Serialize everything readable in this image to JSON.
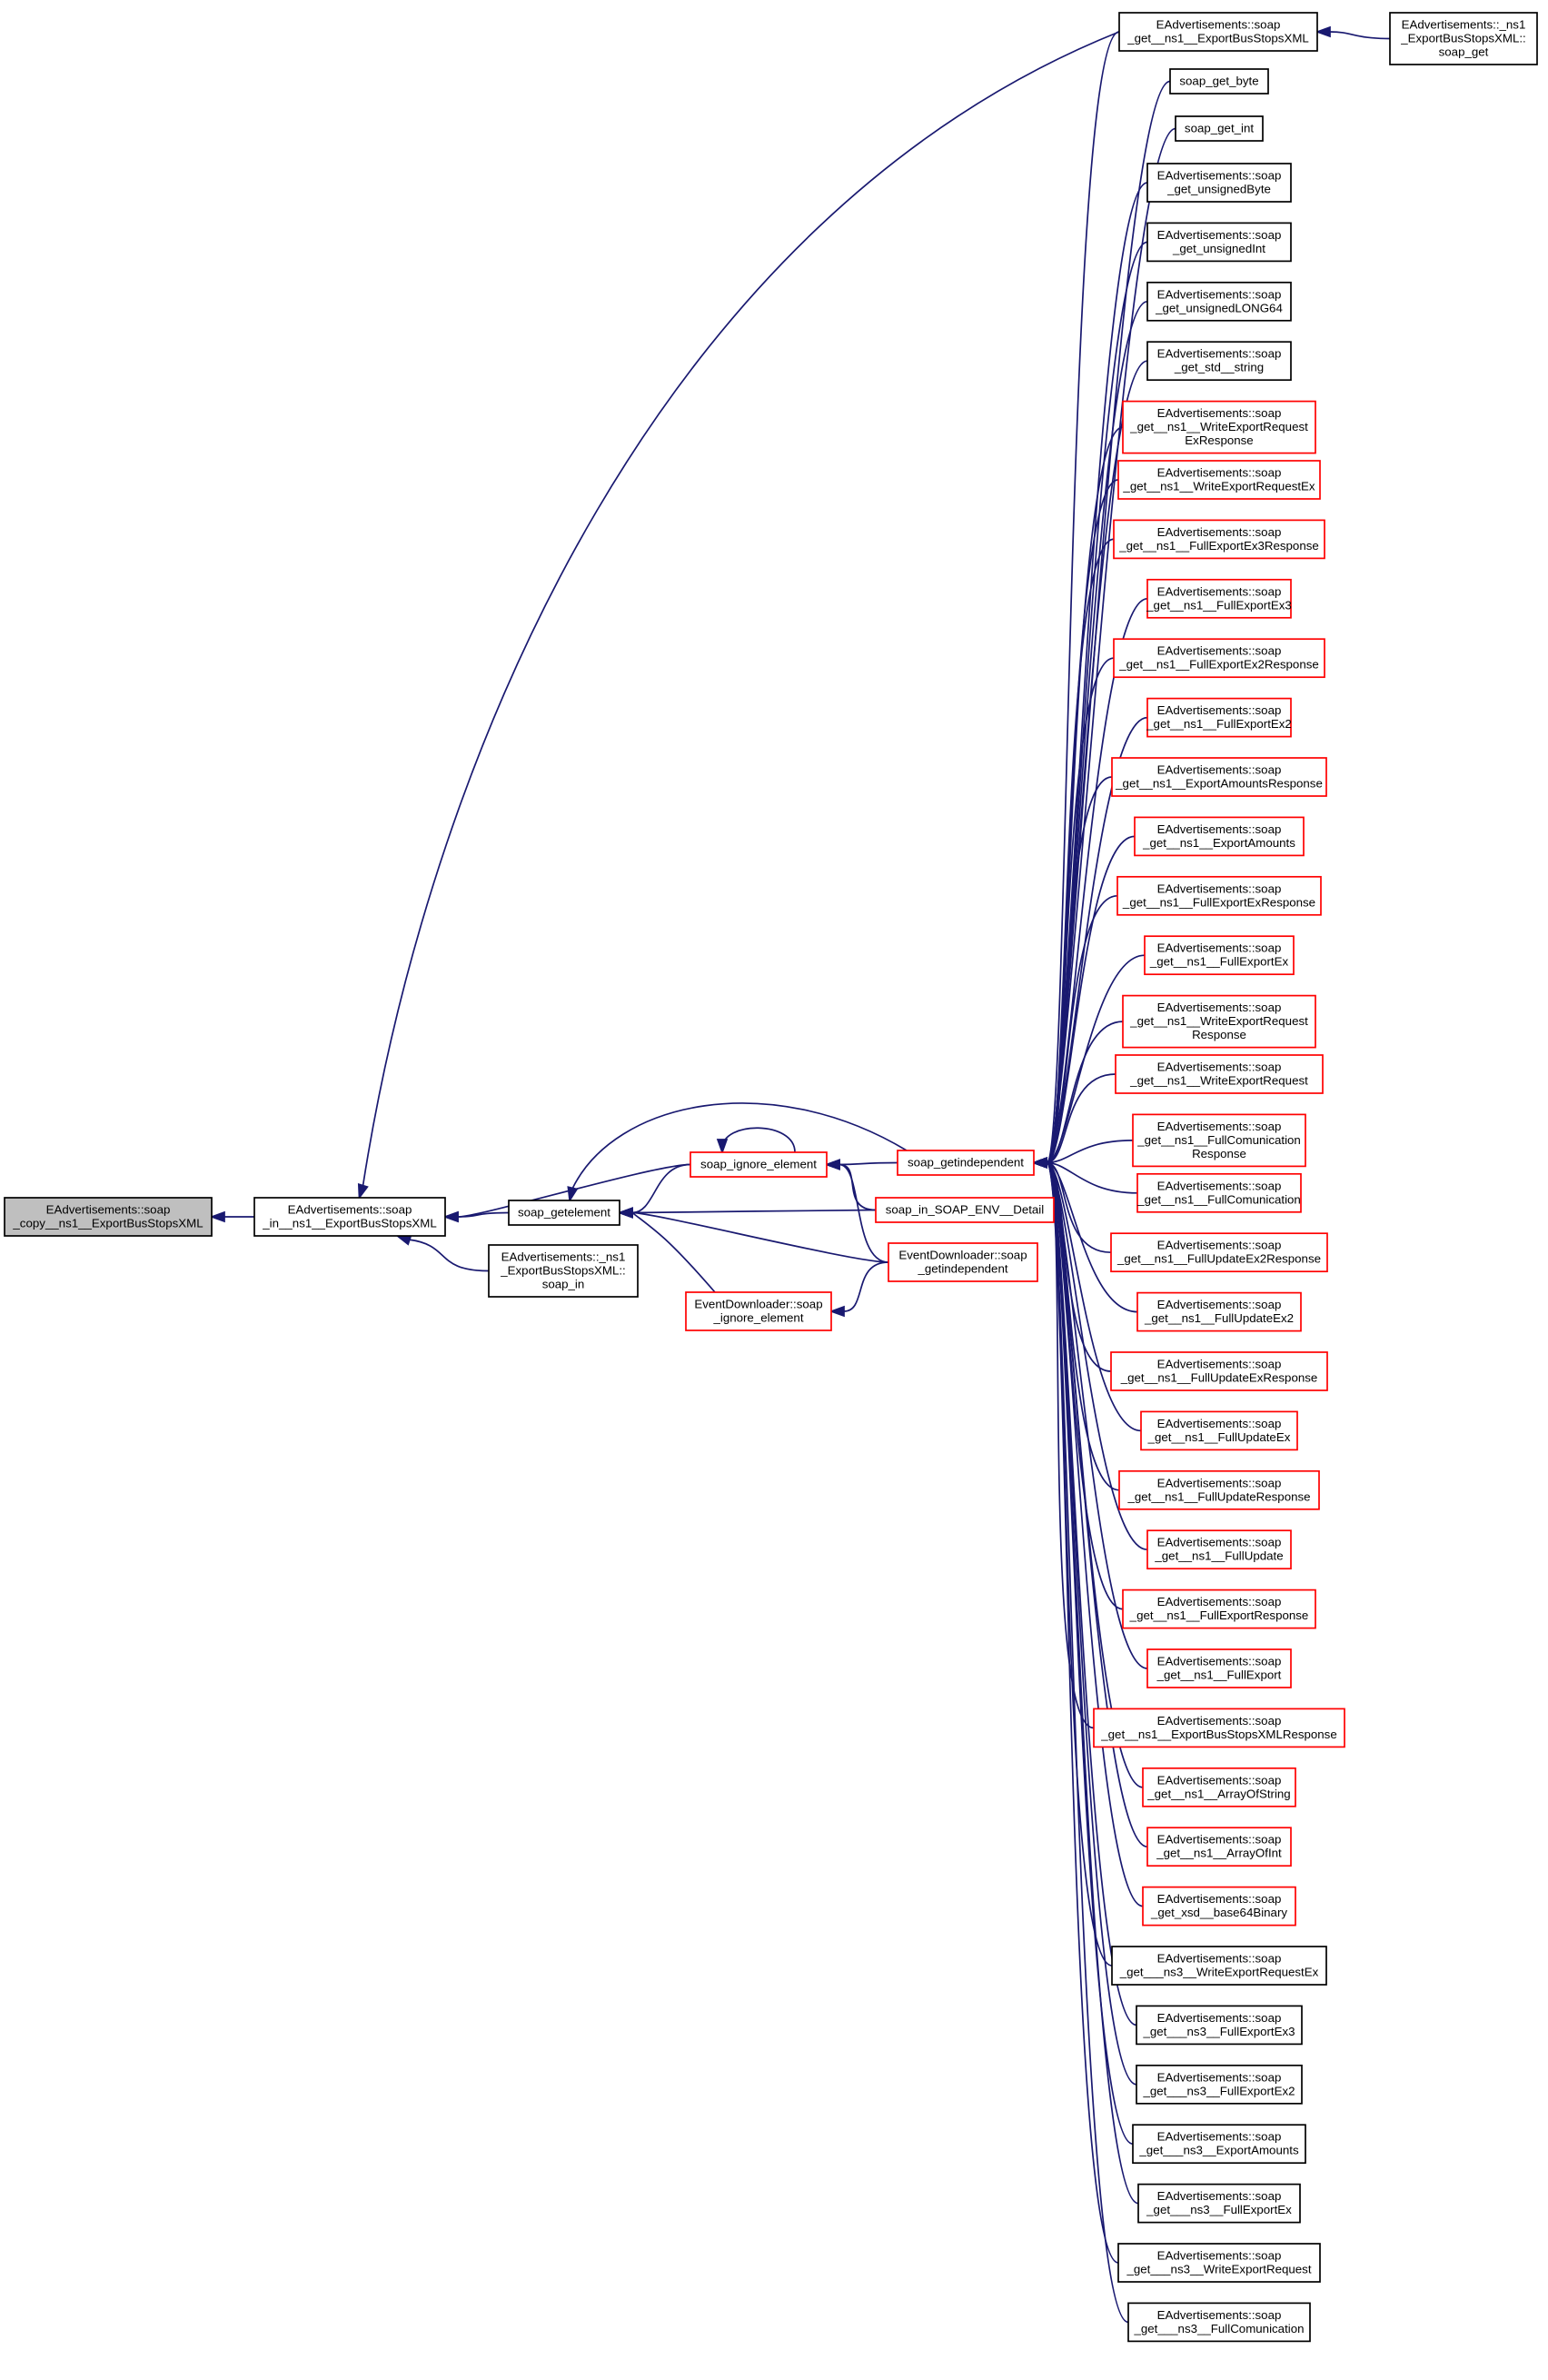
{
  "colors": {
    "edge": "#191970",
    "node_border_normal": "#000000",
    "node_border_truncated": "#ff0000",
    "focus_fill": "#bfbfbf",
    "background": "#ffffff"
  },
  "nodes": [
    {
      "id": "root",
      "lines": [
        "EAdvertisements::soap",
        "_copy__ns1__ExportBusStopsXML"
      ],
      "border": "focus"
    },
    {
      "id": "in_export",
      "lines": [
        "EAdvertisements::soap",
        "_in__ns1__ExportBusStopsXML"
      ],
      "border": "black"
    },
    {
      "id": "getelement",
      "lines": [
        "soap_getelement"
      ],
      "border": "black"
    },
    {
      "id": "export_soap_in",
      "lines": [
        "EAdvertisements::_ns1",
        "_ExportBusStopsXML::",
        "soap_in"
      ],
      "border": "black"
    },
    {
      "id": "ignore_element",
      "lines": [
        "soap_ignore_element"
      ],
      "border": "red"
    },
    {
      "id": "ed_ignore",
      "lines": [
        "EventDownloader::soap",
        "_ignore_element"
      ],
      "border": "red"
    },
    {
      "id": "getindependent",
      "lines": [
        "soap_getindependent"
      ],
      "border": "red"
    },
    {
      "id": "soap_in_detail",
      "lines": [
        "soap_in_SOAP_ENV__Detail"
      ],
      "border": "red"
    },
    {
      "id": "ed_getindependent",
      "lines": [
        "EventDownloader::soap",
        "_getindependent"
      ],
      "border": "red"
    },
    {
      "id": "get_export_bus",
      "lines": [
        "EAdvertisements::soap",
        "_get__ns1__ExportBusStopsXML"
      ],
      "border": "black"
    },
    {
      "id": "export_soap_get",
      "lines": [
        "EAdvertisements::_ns1",
        "_ExportBusStopsXML::",
        "soap_get"
      ],
      "border": "black"
    },
    {
      "id": "get_byte",
      "lines": [
        "soap_get_byte"
      ],
      "border": "black"
    },
    {
      "id": "get_int",
      "lines": [
        "soap_get_int"
      ],
      "border": "black"
    },
    {
      "id": "get_ubyte",
      "lines": [
        "EAdvertisements::soap",
        "_get_unsignedByte"
      ],
      "border": "black"
    },
    {
      "id": "get_uint",
      "lines": [
        "EAdvertisements::soap",
        "_get_unsignedInt"
      ],
      "border": "black"
    },
    {
      "id": "get_ulong",
      "lines": [
        "EAdvertisements::soap",
        "_get_unsignedLONG64"
      ],
      "border": "black"
    },
    {
      "id": "get_string",
      "lines": [
        "EAdvertisements::soap",
        "_get_std__string"
      ],
      "border": "black"
    },
    {
      "id": "n1",
      "lines": [
        "EAdvertisements::soap",
        "_get__ns1__WriteExportRequest",
        "ExResponse"
      ],
      "border": "red"
    },
    {
      "id": "n2",
      "lines": [
        "EAdvertisements::soap",
        "_get__ns1__WriteExportRequestEx"
      ],
      "border": "red"
    },
    {
      "id": "n3",
      "lines": [
        "EAdvertisements::soap",
        "_get__ns1__FullExportEx3Response"
      ],
      "border": "red"
    },
    {
      "id": "n4",
      "lines": [
        "EAdvertisements::soap",
        "_get__ns1__FullExportEx3"
      ],
      "border": "red"
    },
    {
      "id": "n5",
      "lines": [
        "EAdvertisements::soap",
        "_get__ns1__FullExportEx2Response"
      ],
      "border": "red"
    },
    {
      "id": "n6",
      "lines": [
        "EAdvertisements::soap",
        "_get__ns1__FullExportEx2"
      ],
      "border": "red"
    },
    {
      "id": "n7",
      "lines": [
        "EAdvertisements::soap",
        "_get__ns1__ExportAmountsResponse"
      ],
      "border": "red"
    },
    {
      "id": "n8",
      "lines": [
        "EAdvertisements::soap",
        "_get__ns1__ExportAmounts"
      ],
      "border": "red"
    },
    {
      "id": "n9",
      "lines": [
        "EAdvertisements::soap",
        "_get__ns1__FullExportExResponse"
      ],
      "border": "red"
    },
    {
      "id": "n10",
      "lines": [
        "EAdvertisements::soap",
        "_get__ns1__FullExportEx"
      ],
      "border": "red"
    },
    {
      "id": "n11",
      "lines": [
        "EAdvertisements::soap",
        "_get__ns1__WriteExportRequest",
        "Response"
      ],
      "border": "red"
    },
    {
      "id": "n12",
      "lines": [
        "EAdvertisements::soap",
        "_get__ns1__WriteExportRequest"
      ],
      "border": "red"
    },
    {
      "id": "n13",
      "lines": [
        "EAdvertisements::soap",
        "_get__ns1__FullComunication",
        "Response"
      ],
      "border": "red"
    },
    {
      "id": "n14",
      "lines": [
        "EAdvertisements::soap",
        "_get__ns1__FullComunication"
      ],
      "border": "red"
    },
    {
      "id": "n15",
      "lines": [
        "EAdvertisements::soap",
        "_get__ns1__FullUpdateEx2Response"
      ],
      "border": "red"
    },
    {
      "id": "n16",
      "lines": [
        "EAdvertisements::soap",
        "_get__ns1__FullUpdateEx2"
      ],
      "border": "red"
    },
    {
      "id": "n17",
      "lines": [
        "EAdvertisements::soap",
        "_get__ns1__FullUpdateExResponse"
      ],
      "border": "red"
    },
    {
      "id": "n18",
      "lines": [
        "EAdvertisements::soap",
        "_get__ns1__FullUpdateEx"
      ],
      "border": "red"
    },
    {
      "id": "n19",
      "lines": [
        "EAdvertisements::soap",
        "_get__ns1__FullUpdateResponse"
      ],
      "border": "red"
    },
    {
      "id": "n20",
      "lines": [
        "EAdvertisements::soap",
        "_get__ns1__FullUpdate"
      ],
      "border": "red"
    },
    {
      "id": "n21",
      "lines": [
        "EAdvertisements::soap",
        "_get__ns1__FullExportResponse"
      ],
      "border": "red"
    },
    {
      "id": "n22",
      "lines": [
        "EAdvertisements::soap",
        "_get__ns1__FullExport"
      ],
      "border": "red"
    },
    {
      "id": "n23",
      "lines": [
        "EAdvertisements::soap",
        "_get__ns1__ExportBusStopsXMLResponse"
      ],
      "border": "red"
    },
    {
      "id": "n24",
      "lines": [
        "EAdvertisements::soap",
        "_get__ns1__ArrayOfString"
      ],
      "border": "red"
    },
    {
      "id": "n25",
      "lines": [
        "EAdvertisements::soap",
        "_get__ns1__ArrayOfInt"
      ],
      "border": "red"
    },
    {
      "id": "n26",
      "lines": [
        "EAdvertisements::soap",
        "_get_xsd__base64Binary"
      ],
      "border": "red"
    },
    {
      "id": "n27",
      "lines": [
        "EAdvertisements::soap",
        "_get___ns3__WriteExportRequestEx"
      ],
      "border": "black"
    },
    {
      "id": "n28",
      "lines": [
        "EAdvertisements::soap",
        "_get___ns3__FullExportEx3"
      ],
      "border": "black"
    },
    {
      "id": "n29",
      "lines": [
        "EAdvertisements::soap",
        "_get___ns3__FullExportEx2"
      ],
      "border": "black"
    },
    {
      "id": "n30",
      "lines": [
        "EAdvertisements::soap",
        "_get___ns3__ExportAmounts"
      ],
      "border": "black"
    },
    {
      "id": "n31",
      "lines": [
        "EAdvertisements::soap",
        "_get___ns3__FullExportEx"
      ],
      "border": "black"
    },
    {
      "id": "n32",
      "lines": [
        "EAdvertisements::soap",
        "_get___ns3__WriteExportRequest"
      ],
      "border": "black"
    },
    {
      "id": "n33",
      "lines": [
        "EAdvertisements::soap",
        "_get___ns3__FullComunication"
      ],
      "border": "black"
    }
  ],
  "edges": [
    [
      "in_export",
      "root"
    ],
    [
      "getelement",
      "in_export"
    ],
    [
      "ignore_element",
      "in_export"
    ],
    [
      "export_soap_in",
      "in_export"
    ],
    [
      "get_export_bus",
      "in_export"
    ],
    [
      "ignore_element",
      "getelement"
    ],
    [
      "getindependent",
      "getelement"
    ],
    [
      "soap_in_detail",
      "getelement"
    ],
    [
      "ed_getindependent",
      "getelement"
    ],
    [
      "ed_ignore",
      "getelement"
    ],
    [
      "ignore_element",
      "ignore_element"
    ],
    [
      "getindependent",
      "ignore_element"
    ],
    [
      "soap_in_detail",
      "ignore_element"
    ],
    [
      "ed_getindependent",
      "ignore_element"
    ],
    [
      "ed_getindependent",
      "ed_ignore"
    ],
    [
      "export_soap_get",
      "get_export_bus"
    ],
    [
      "get_export_bus",
      "getindependent"
    ],
    [
      "get_byte",
      "getindependent"
    ],
    [
      "get_int",
      "getindependent"
    ],
    [
      "get_ubyte",
      "getindependent"
    ],
    [
      "get_uint",
      "getindependent"
    ],
    [
      "get_ulong",
      "getindependent"
    ],
    [
      "get_string",
      "getindependent"
    ],
    [
      "n1",
      "getindependent"
    ],
    [
      "n2",
      "getindependent"
    ],
    [
      "n3",
      "getindependent"
    ],
    [
      "n4",
      "getindependent"
    ],
    [
      "n5",
      "getindependent"
    ],
    [
      "n6",
      "getindependent"
    ],
    [
      "n7",
      "getindependent"
    ],
    [
      "n8",
      "getindependent"
    ],
    [
      "n9",
      "getindependent"
    ],
    [
      "n10",
      "getindependent"
    ],
    [
      "n11",
      "getindependent"
    ],
    [
      "n12",
      "getindependent"
    ],
    [
      "n13",
      "getindependent"
    ],
    [
      "n14",
      "getindependent"
    ],
    [
      "n15",
      "getindependent"
    ],
    [
      "n16",
      "getindependent"
    ],
    [
      "n17",
      "getindependent"
    ],
    [
      "n18",
      "getindependent"
    ],
    [
      "n19",
      "getindependent"
    ],
    [
      "n20",
      "getindependent"
    ],
    [
      "n21",
      "getindependent"
    ],
    [
      "n22",
      "getindependent"
    ],
    [
      "n23",
      "getindependent"
    ],
    [
      "n24",
      "getindependent"
    ],
    [
      "n25",
      "getindependent"
    ],
    [
      "n26",
      "getindependent"
    ],
    [
      "n27",
      "getindependent"
    ],
    [
      "n28",
      "getindependent"
    ],
    [
      "n29",
      "getindependent"
    ],
    [
      "n30",
      "getindependent"
    ],
    [
      "n31",
      "getindependent"
    ],
    [
      "n32",
      "getindependent"
    ],
    [
      "n33",
      "getindependent"
    ]
  ]
}
